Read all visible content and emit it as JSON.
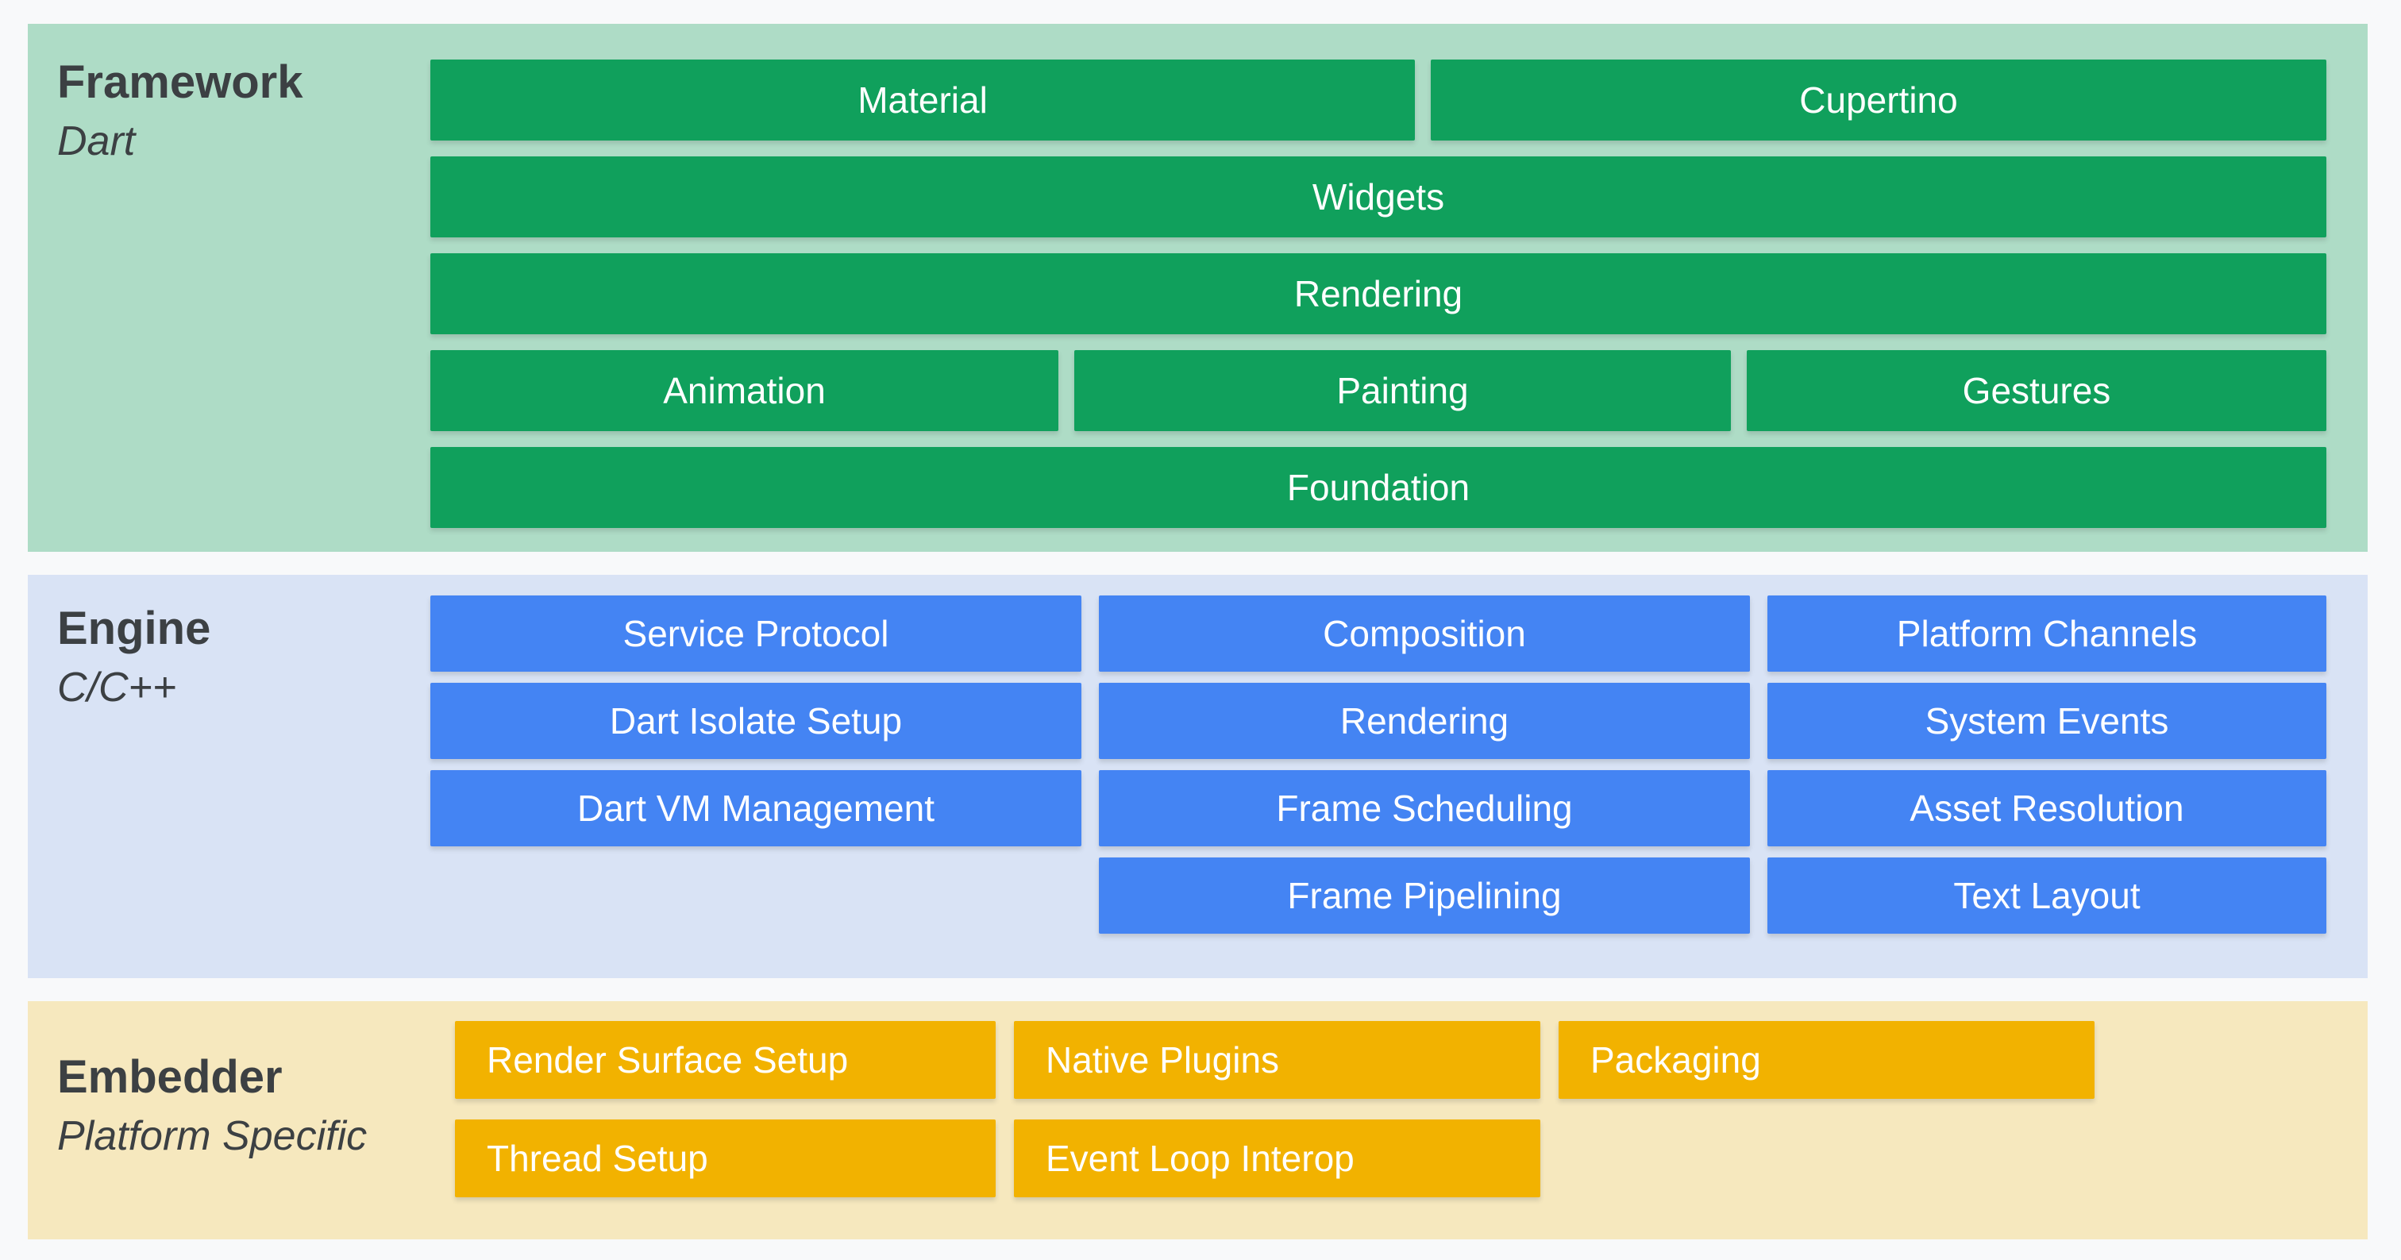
{
  "framework": {
    "title": "Framework",
    "subtitle": "Dart",
    "boxes": {
      "material": "Material",
      "cupertino": "Cupertino",
      "widgets": "Widgets",
      "rendering": "Rendering",
      "animation": "Animation",
      "painting": "Painting",
      "gestures": "Gestures",
      "foundation": "Foundation"
    }
  },
  "engine": {
    "title": "Engine",
    "subtitle": "C/C++",
    "boxes": {
      "service_protocol": "Service Protocol",
      "dart_isolate_setup": "Dart Isolate Setup",
      "dart_vm_management": "Dart VM Management",
      "composition": "Composition",
      "rendering": "Rendering",
      "frame_scheduling": "Frame Scheduling",
      "frame_pipelining": "Frame Pipelining",
      "platform_channels": "Platform Channels",
      "system_events": "System Events",
      "asset_resolution": "Asset Resolution",
      "text_layout": "Text Layout"
    }
  },
  "embedder": {
    "title": "Embedder",
    "subtitle": "Platform Specific",
    "boxes": {
      "render_surface_setup": "Render Surface Setup",
      "native_plugins": "Native Plugins",
      "packaging": "Packaging",
      "thread_setup": "Thread Setup",
      "event_loop_interop": "Event Loop Interop"
    }
  },
  "colors": {
    "page_bg": "#F8F9FA",
    "framework_bg": "#AEDCC6",
    "framework_box": "#10A05C",
    "engine_bg": "#D9E3F5",
    "engine_box": "#4484F3",
    "embedder_bg": "#F6E8BE",
    "embedder_box": "#F2B200",
    "label_text": "#3C4043",
    "box_text": "#FFFFFF"
  }
}
